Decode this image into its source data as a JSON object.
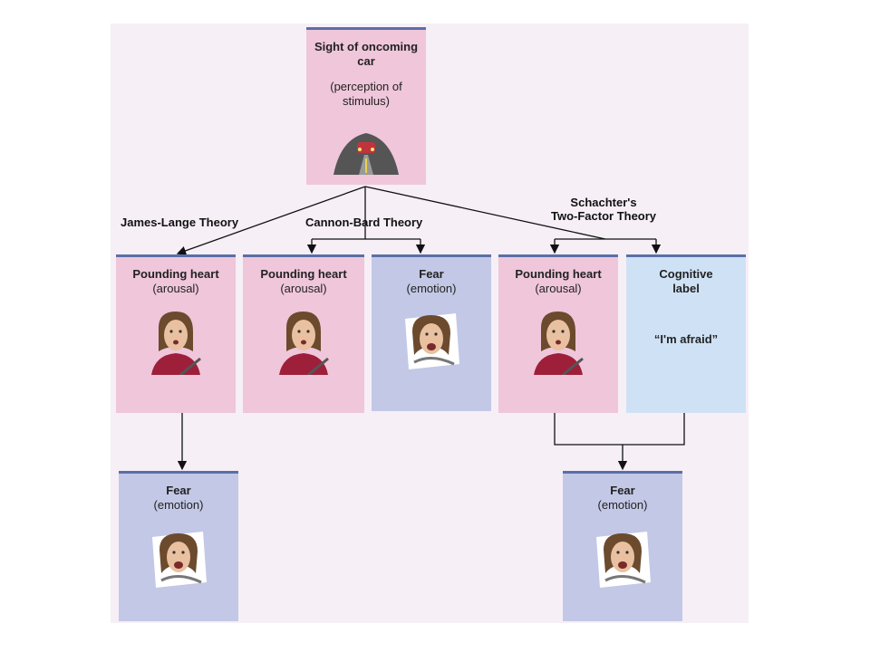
{
  "top": {
    "line1": "Sight of oncoming car",
    "line2": "(perception of stimulus)"
  },
  "theories": {
    "james_lange": "James-Lange Theory",
    "cannon_bard": "Cannon-Bard Theory",
    "schachter_1": "Schachter's",
    "schachter_2": "Two-Factor Theory"
  },
  "arousal": {
    "line1": "Pounding heart",
    "line2": "(arousal)"
  },
  "fear": {
    "line1": "Fear",
    "line2": "(emotion)"
  },
  "cognitive": {
    "line1": "Cognitive label",
    "quote": "“I'm afraid”"
  },
  "colors": {
    "arousal_box": "#efc6da",
    "emotion_box": "#c3c8e6",
    "cognitive_box": "#cfe2f5",
    "panel": "#f6eff6"
  }
}
